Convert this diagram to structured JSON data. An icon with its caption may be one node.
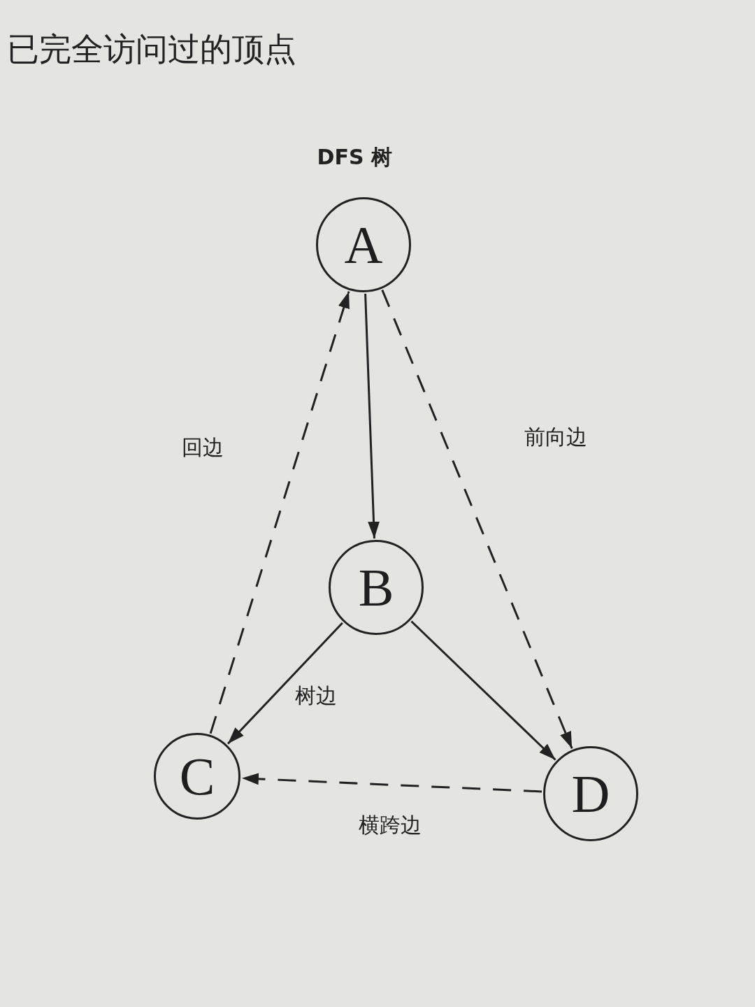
{
  "diagram": {
    "title": "DFS 树",
    "nodes": [
      {
        "text": [
          "A"
        ]
      },
      {
        "text": [
          "B"
        ]
      },
      {
        "text": [
          "C"
        ]
      },
      {
        "text": [
          "D"
        ]
      }
    ],
    "edges": [
      {
        "from": 0,
        "to": 1,
        "arrow": "to"
      },
      {
        "from": 1,
        "to": 2,
        "arrow": "to",
        "label": "树边"
      },
      {
        "from": 1,
        "to": 3,
        "arrow": "to"
      },
      {
        "from": 2,
        "to": 0,
        "arrow": "to",
        "style": "dashed",
        "label": "回边"
      },
      {
        "from": 0,
        "to": 3,
        "arrow": "to",
        "style": "dashed",
        "label": "前向边"
      },
      {
        "from": 3,
        "to": 2,
        "arrow": "to",
        "style": "dashed",
        "label": "横跨边"
      }
    ],
    "labels": [
      "已完全访问过的顶点"
    ]
  }
}
